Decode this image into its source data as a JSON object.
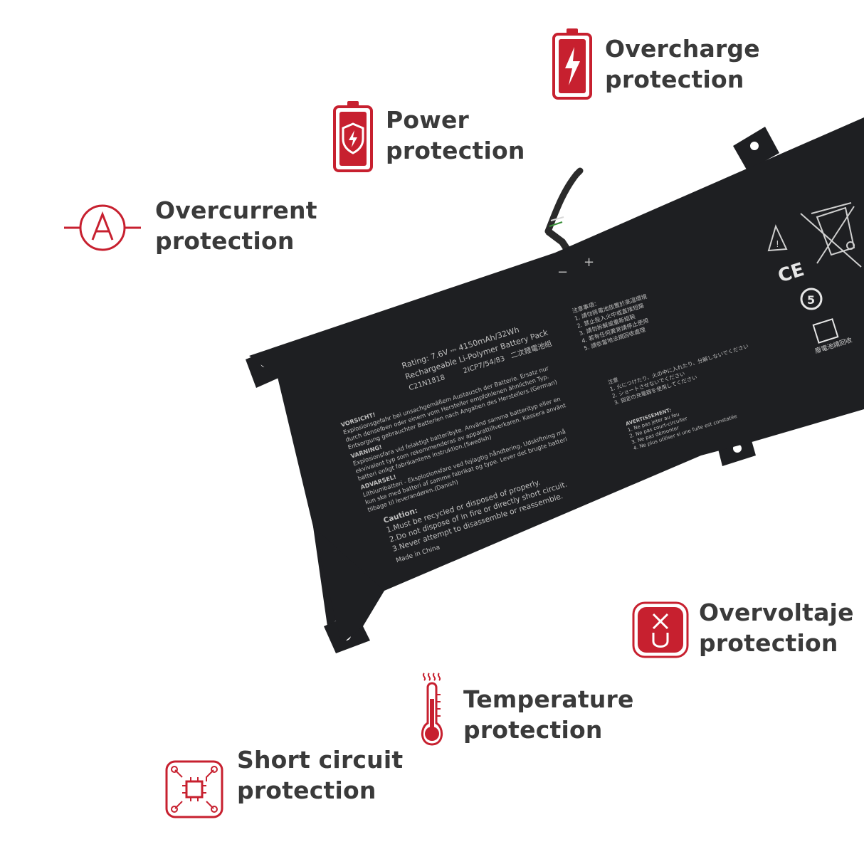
{
  "colors": {
    "accent": "#c7202f",
    "text": "#3a3a3a",
    "battery": "#1e1f22",
    "label_text": "#bdbdbd"
  },
  "features": {
    "overcharge": {
      "line1": "Overcharge",
      "line2": "protection",
      "icon": "battery-bolt-icon"
    },
    "power": {
      "line1": "Power",
      "line2": "protection",
      "icon": "battery-shield-icon"
    },
    "overcurrent": {
      "line1": "Overcurrent",
      "line2": "protection",
      "icon": "ampere-icon"
    },
    "overvoltage": {
      "line1": "Overvoltaje",
      "line2": "protection",
      "icon": "voltage-icon"
    },
    "temperature": {
      "line1": "Temperature",
      "line2": "protection",
      "icon": "thermometer-icon"
    },
    "short_circuit": {
      "line1": "Short circuit",
      "line2": "protection",
      "icon": "circuit-chip-icon"
    }
  },
  "battery_label": {
    "rating": "Rating: 7.6V ⎓ 4150mAh/32Wh",
    "type": "Rechargeable Li-Polymer Battery Pack",
    "model": "C21N1818",
    "cells": "2ICP7/54/83",
    "cn_type": "二次鋰電池組",
    "vorsicht": "VORSICHT!",
    "de_1": "Explosionsgefahr bei unsachgemäßem Austausch der Batterie. Ersatz nur",
    "de_2": "durch denselben oder einem vom Hersteller empfohlenen ähnlichen Typ.",
    "de_3": "Entsorgung gebrauchter Batterien nach Angaben des Herstellers.(German)",
    "varning": "VARNING!",
    "sv_1": "Explosionsfara vid felaktigt batteribyte. Använd samma batterityp eller en",
    "sv_2": "ekvivalent typ som rekommenderas av apparattillverkaren. Kassera använt",
    "sv_3": "batteri enligt fabrikantens instruktion.(Swedish)",
    "advarsel": "ADVARSEL!",
    "da_1": "Lithiumbatteri - Eksplosionsfare ved fejlagtig håndtering. Udskiftning må",
    "da_2": "kun ske med batteri af samme fabrikat og type. Lever det brugte batteri",
    "da_3": "tilbage til leverandøren.(Danish)",
    "caution": "Caution:",
    "c1": "1.Must be recycled or disposed of properly.",
    "c2": "2.Do not dispose of in fire or directly short circuit.",
    "c3": "3.Never attempt to disassemble or reassemble.",
    "made": "Made in China",
    "cn_notice": "注意事項：",
    "cn_1": "1. 請勿將電池放置於高溫環境",
    "cn_2": "2. 禁止投入火中或直接短路",
    "cn_3": "3. 請勿拆解或重新組裝",
    "cn_4": "4. 若有任何異常請停止使用",
    "cn_5": "5. 請依當地法規回收處理",
    "jp_notice": "注意",
    "jp_1": "1. 火につけたり、火の中に入れたり、分解しないでください",
    "jp_2": "2. ショートさせないでください",
    "jp_3": "3. 指定の充電器を使用してください",
    "fr_title": "AVERTISSEMENT:",
    "fr_1": "1. Ne pas jeter au feu",
    "fr_2": "2. Ne pas court-circuiter",
    "fr_3": "3. Ne pas démonter",
    "fr_4": "4. Ne plus utiliser si une fuite est constatée",
    "minus": "−",
    "plus": "+",
    "ce": "CE",
    "recycle_num": "5",
    "recycle_cn": "廢電池請回收"
  }
}
